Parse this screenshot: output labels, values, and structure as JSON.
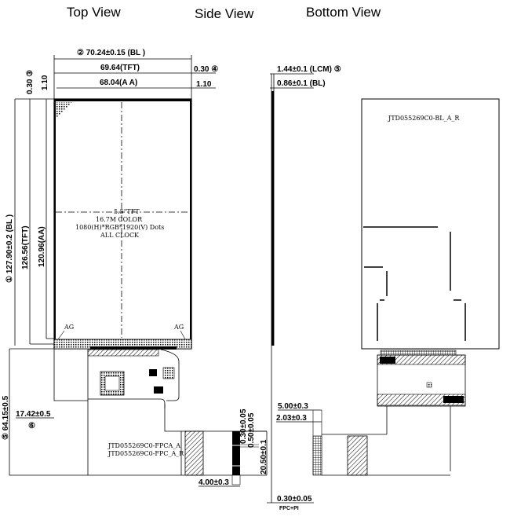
{
  "views": {
    "top": "Top View",
    "side": "Side View",
    "bottom": "Bottom View"
  },
  "top_view": {
    "width_bl": "② 70.24±0.15  (BL )",
    "width_tft": "69.64(TFT)",
    "width_aa": "68.04(A A)",
    "right_offset_tft": "0.30 ④",
    "right_offset_aa": "1.10",
    "left_offset_a": "0.30 ③",
    "left_offset_b": "1.10",
    "height_bl": "① 127.90±0.2  (BL )",
    "height_tft": "126.56(TFT)",
    "height_aa": "120.96(AA)",
    "panel_text": [
      "5.5\"TFT",
      "16.7M COLOR",
      "1080(H)*RGB*1920(V) Dots",
      "ALL CLOCK"
    ],
    "ag_left": "AG",
    "ag_right": "AG",
    "fpc_total_height": "⑤ 64.15±0.5",
    "fpc_offset": "17.42±0.5",
    "fpc_offset_marker": "⑥",
    "fpc_label_1": "JTD055269C0-FPCA_A",
    "fpc_label_2": "JTD055269C0-FPC_A_R",
    "pin_pitch_a": "0.30±0.05",
    "pin_pitch_b": "0.50±0.05",
    "connector_length": "20.50±0.1",
    "tail_width": "4.00±0.3"
  },
  "side_view": {
    "thickness_lcm": "1.44±0.1 (LCM) ⑤",
    "thickness_bl": "0.86±0.1 (BL)",
    "stiffener_a": "5.00±0.3",
    "stiffener_b": "2.03±0.3",
    "fpc_thickness": "0.30±0.05",
    "fpc_label": "FPC+PI"
  },
  "bottom_view": {
    "part_label": "JTD055269C0-BL_A_R"
  }
}
